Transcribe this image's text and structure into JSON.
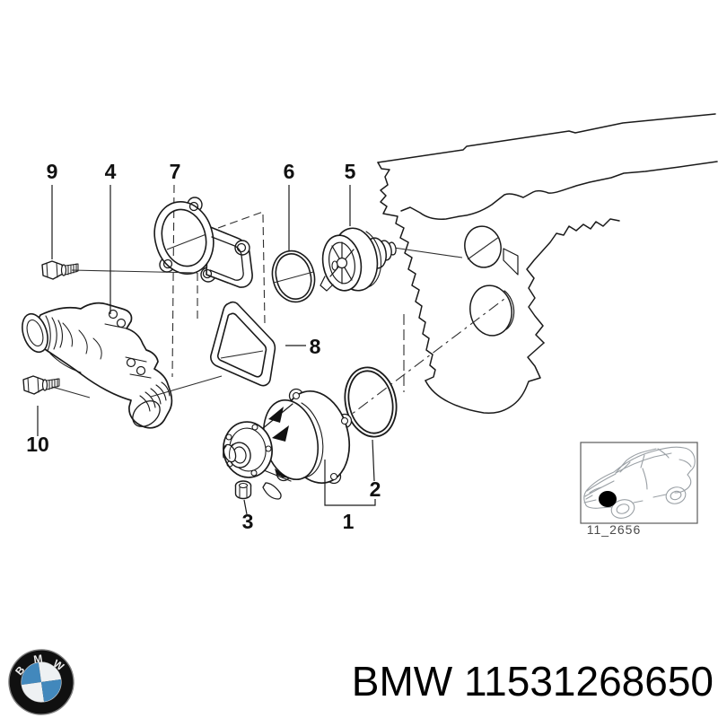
{
  "callouts": [
    {
      "label": "9"
    },
    {
      "label": "4"
    },
    {
      "label": "7"
    },
    {
      "label": "6"
    },
    {
      "label": "5"
    },
    {
      "label": "8"
    },
    {
      "label": "10"
    },
    {
      "label": "2"
    },
    {
      "label": "3"
    },
    {
      "label": "1"
    }
  ],
  "inset": {
    "code": "11_2656"
  },
  "footer": {
    "part_label": "BMW 11531268650",
    "logo": {
      "letters": [
        "B",
        "M",
        "W"
      ]
    }
  },
  "colors": {
    "line": "#1a1a1a",
    "construction": "#2e2e2e",
    "car_sketch": "#9aa0a5",
    "inset_border": "#5a5a5a",
    "logo_ring": "#101010",
    "logo_blue": "#4288bc",
    "logo_white": "#eef1f3"
  }
}
